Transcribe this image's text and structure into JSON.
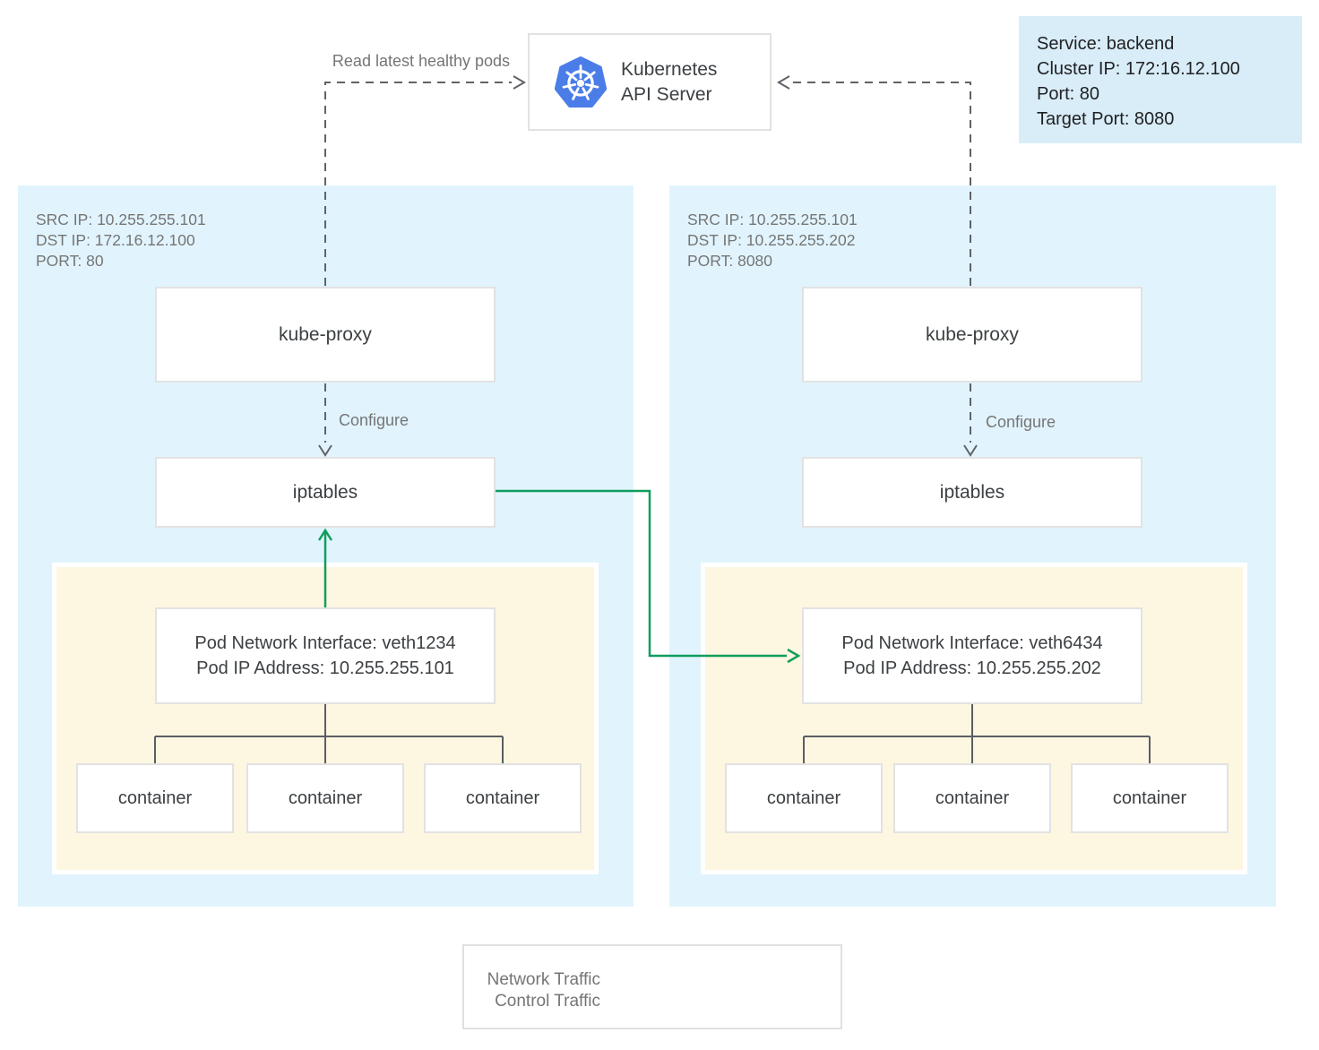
{
  "colors": {
    "node_background": "#e1f4fd",
    "pod_background": "#fdf6e1",
    "service_card_background": "#d9edf8",
    "network_traffic_green": "#0f9e5e",
    "control_traffic_gray": "#5f6368",
    "kubernetes_logo_blue": "#4a7de8"
  },
  "api_server": {
    "name_line1": "Kubernetes",
    "name_line2": "API Server"
  },
  "service_card": {
    "line1": "Service: backend",
    "line2": "Cluster IP: 172:16.12.100",
    "line3": "Port: 80",
    "line4": "Target Port: 8080"
  },
  "labels": {
    "read_latest_healthy_pods": "Read latest healthy pods",
    "configure": "Configure"
  },
  "node_left": {
    "src_ip": "SRC IP: 10.255.255.101",
    "dst_ip": "DST IP: 172.16.12.100",
    "port": "PORT: 80",
    "kube_proxy_label": "kube-proxy",
    "iptables_label": "iptables",
    "pod_interface_line1": "Pod Network Interface: veth1234",
    "pod_interface_line2": "Pod IP Address: 10.255.255.101",
    "containers": [
      "container",
      "container",
      "container"
    ]
  },
  "node_right": {
    "src_ip": "SRC IP: 10.255.255.101",
    "dst_ip": "DST IP: 10.255.255.202",
    "port": "PORT: 8080",
    "kube_proxy_label": "kube-proxy",
    "iptables_label": "iptables",
    "pod_interface_line1": "Pod Network Interface: veth6434",
    "pod_interface_line2": "Pod IP Address: 10.255.255.202",
    "containers": [
      "container",
      "container",
      "container"
    ]
  },
  "legend": {
    "network_traffic": "Network Traffic",
    "control_traffic": "Control Traffic"
  }
}
